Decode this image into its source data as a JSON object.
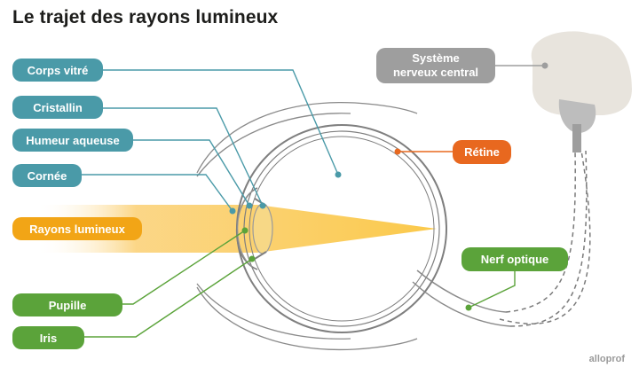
{
  "title": "Le trajet des rayons lumineux",
  "labels": {
    "corps_vitre": "Corps vitré",
    "cristallin": "Cristallin",
    "humeur_aqueuse": "Humeur aqueuse",
    "cornee": "Cornée",
    "rayons_lumineux": "Rayons lumineux",
    "pupille": "Pupille",
    "iris": "Iris",
    "retine": "Rétine",
    "nerf_optique": "Nerf optique",
    "snc_line1": "Système",
    "snc_line2": "nerveux central"
  },
  "credit": "alloprof",
  "colors": {
    "teal": "#4a9aa8",
    "green": "#5ba33a",
    "orange": "#e8681f",
    "yellow": "#f2a516",
    "gray": "#9e9e9e",
    "brain": "#e8e4dd",
    "eye_outline": "#8a8a8a"
  }
}
